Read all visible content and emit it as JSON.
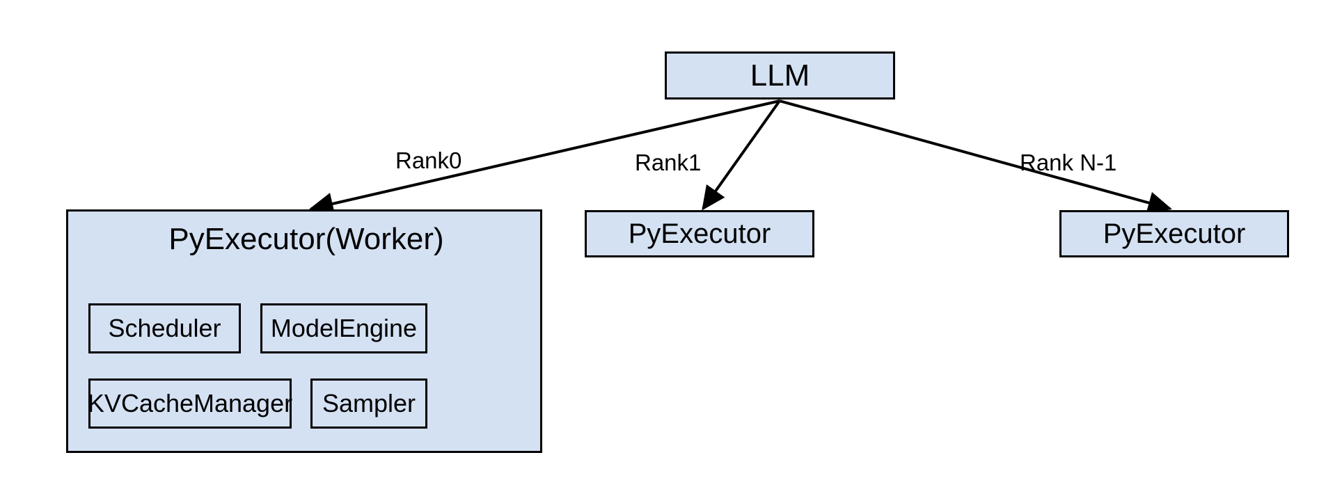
{
  "diagram": {
    "type": "block-diagram",
    "title": "LLM multi-rank PyExecutor architecture",
    "background_color": "#ffffff",
    "node_fill_color": "#d4e1f2",
    "node_border_color": "#000000",
    "edge_color": "#000000"
  },
  "root": {
    "label": "LLM"
  },
  "edges": [
    {
      "label": "Rank0",
      "from": "LLM",
      "to": "PyExecutor(Worker)"
    },
    {
      "label": "Rank1",
      "from": "LLM",
      "to": "PyExecutor"
    },
    {
      "label": "Rank N-1",
      "from": "LLM",
      "to": "PyExecutor"
    }
  ],
  "workers": {
    "rank0": {
      "label": "PyExecutor(Worker)",
      "components": [
        {
          "label": "Scheduler"
        },
        {
          "label": "ModelEngine"
        },
        {
          "label": "KVCacheManager"
        },
        {
          "label": "Sampler"
        }
      ]
    },
    "rank1": {
      "label": "PyExecutor"
    },
    "rankn": {
      "label": "PyExecutor"
    }
  }
}
